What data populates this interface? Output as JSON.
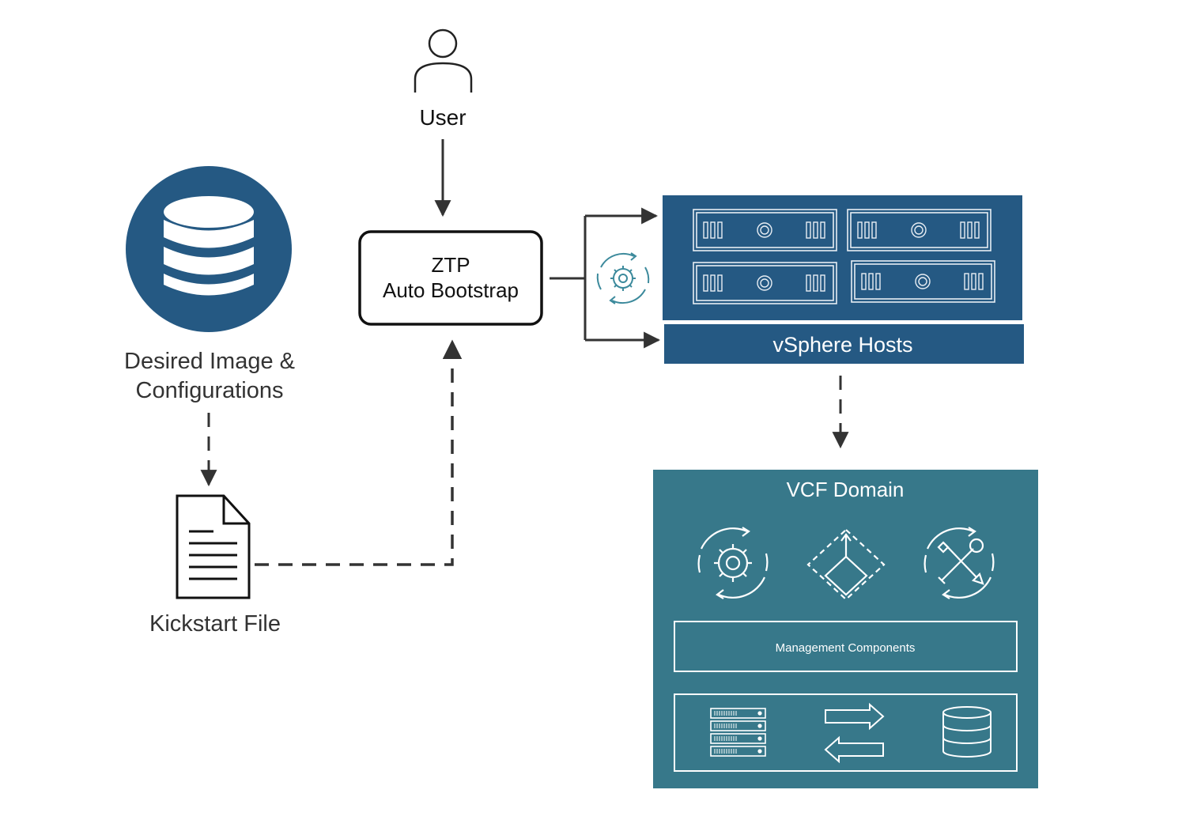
{
  "user": {
    "label": "User"
  },
  "ztp": {
    "line1": "ZTP",
    "line2": "Auto Bootstrap"
  },
  "image_store": {
    "line1": "Desired Image &",
    "line2": "Configurations"
  },
  "kickstart": {
    "label": "Kickstart File"
  },
  "vsphere": {
    "label": "vSphere Hosts"
  },
  "vcf": {
    "title": "VCF Domain",
    "management_label": "Management Components"
  },
  "colors": {
    "navy": "#255983",
    "teal": "#37788a",
    "ink": "#222222",
    "icon_teal": "#3c8a9c"
  },
  "icons": [
    "user-icon",
    "database-icon",
    "document-icon",
    "gear-cycle-icon",
    "server-rack-icon",
    "deploy-icon",
    "tools-icon",
    "server-stack-icon",
    "transfer-arrows-icon",
    "storage-icon"
  ]
}
